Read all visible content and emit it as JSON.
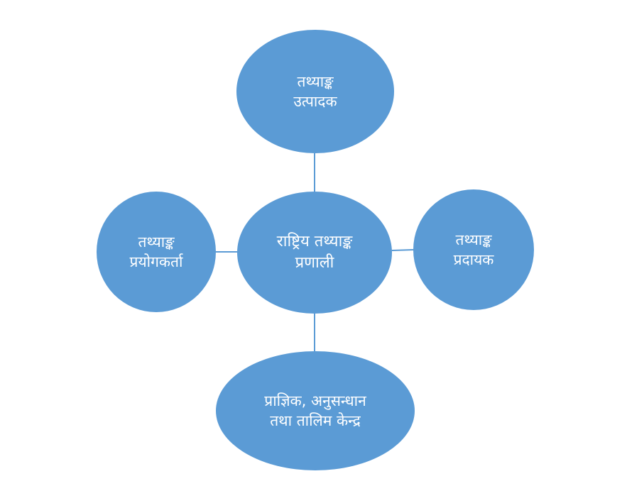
{
  "diagram": {
    "center": {
      "line1": "राष्ट्रिय तथ्याङ्क",
      "line2": "प्रणाली"
    },
    "top": {
      "line1": "तथ्याङ्क",
      "line2": "उत्पादक"
    },
    "left": {
      "line1": "तथ्याङ्क",
      "line2": "प्रयोगकर्ता"
    },
    "right": {
      "line1": "तथ्याङ्क",
      "line2": "प्रदायक"
    },
    "bottom": {
      "line1": "प्राज्ञिक, अनुसन्धान",
      "line2": "तथा तालिम केन्द्र"
    }
  },
  "colors": {
    "node_fill": "#5b9bd5",
    "connector": "#5b9bd5",
    "text": "#ffffff"
  }
}
